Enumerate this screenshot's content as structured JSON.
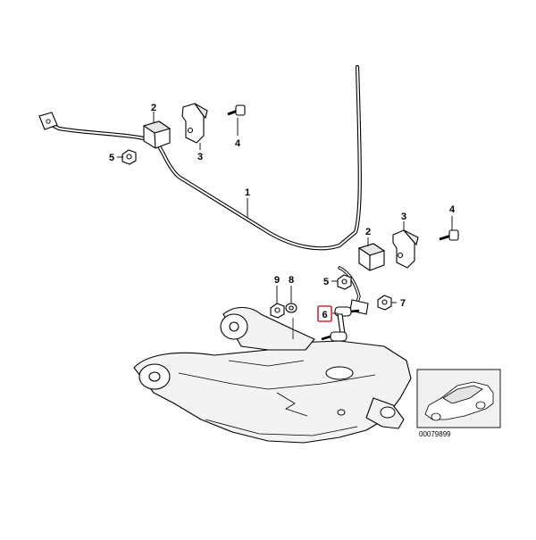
{
  "callouts": {
    "bar": "1",
    "bushing_left": "2",
    "bracket_left": "3",
    "bolt_left": "4",
    "nut_left": "5",
    "bushing_right": "2",
    "bracket_right": "3",
    "bolt_right": "4",
    "nut_right": "5",
    "link": "6",
    "nut_link": "7",
    "washer": "8",
    "nut_lower": "9"
  },
  "highlighted_part": "6",
  "catalog_number": "00079899",
  "colors": {
    "line": "#000000",
    "highlight": "#d9262b",
    "carrier_fill": "#f3f3f3",
    "inset_fill": "#f1f1f1"
  }
}
